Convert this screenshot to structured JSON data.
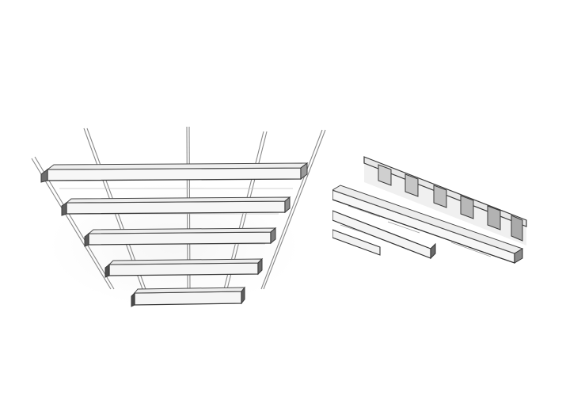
{
  "figures": [
    {
      "id": "left",
      "subject": "stepped-beam-ceiling-sketch"
    },
    {
      "id": "right",
      "subject": "angled-beam-joists-sketch"
    }
  ],
  "colors": {
    "background": "#ffffff",
    "pencil_dark": "#3a3a3a",
    "pencil_mid": "#7a7a7a",
    "pencil_light": "#bdbdbd",
    "shade": "#d9d9d9"
  }
}
